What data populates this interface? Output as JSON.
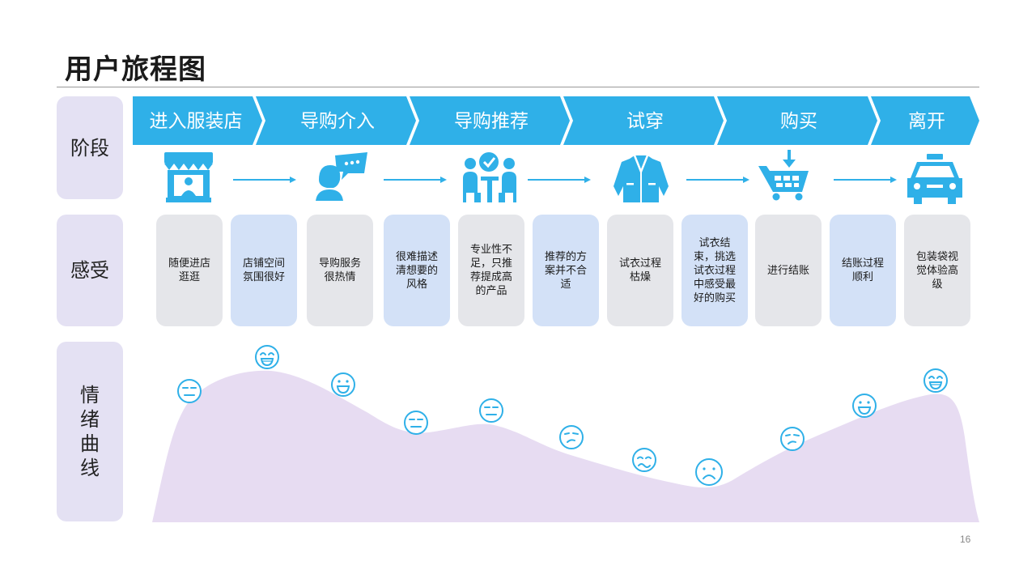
{
  "page": {
    "title": "用户旅程图",
    "page_number": "16"
  },
  "row_labels": {
    "stage": "阶段",
    "feeling": "感受",
    "emotion": "情绪曲线"
  },
  "stages": [
    {
      "label": "进入服装店",
      "icon": "storefront-icon"
    },
    {
      "label": "导购介入",
      "icon": "salesperson-chat-icon"
    },
    {
      "label": "导购推荐",
      "icon": "consultation-meeting-icon"
    },
    {
      "label": "试穿",
      "icon": "jacket-icon"
    },
    {
      "label": "购买",
      "icon": "shopping-cart-icon"
    },
    {
      "label": "离开",
      "icon": "taxi-icon"
    }
  ],
  "feelings": [
    {
      "text": "随便进店逛逛",
      "tone": "grey"
    },
    {
      "text": "店铺空间氛围很好",
      "tone": "blue"
    },
    {
      "text": "导购服务很热情",
      "tone": "grey"
    },
    {
      "text": "很难描述清想要的风格",
      "tone": "blue"
    },
    {
      "text": "专业性不足，只推荐提成高的产品",
      "tone": "grey"
    },
    {
      "text": "推荐的方案并不合适",
      "tone": "blue"
    },
    {
      "text": "试衣过程枯燥",
      "tone": "grey"
    },
    {
      "text": "试衣结束，挑选试衣过程中感受最好的购买",
      "tone": "blue"
    },
    {
      "text": "进行结账",
      "tone": "grey"
    },
    {
      "text": "结账过程顺利",
      "tone": "blue"
    },
    {
      "text": "包装袋视觉体验高级",
      "tone": "grey"
    }
  ],
  "emotions": [
    "neutral",
    "grin",
    "smile",
    "neutral",
    "neutral",
    "skeptical",
    "worried",
    "sad",
    "skeptical",
    "smile",
    "grin"
  ],
  "colors": {
    "accent": "#2fb0e8",
    "label_bg": "#e4e1f3",
    "card_grey": "#e5e6ea",
    "card_blue": "#d3e1f7",
    "curve_fill": "#e7dcf2"
  }
}
